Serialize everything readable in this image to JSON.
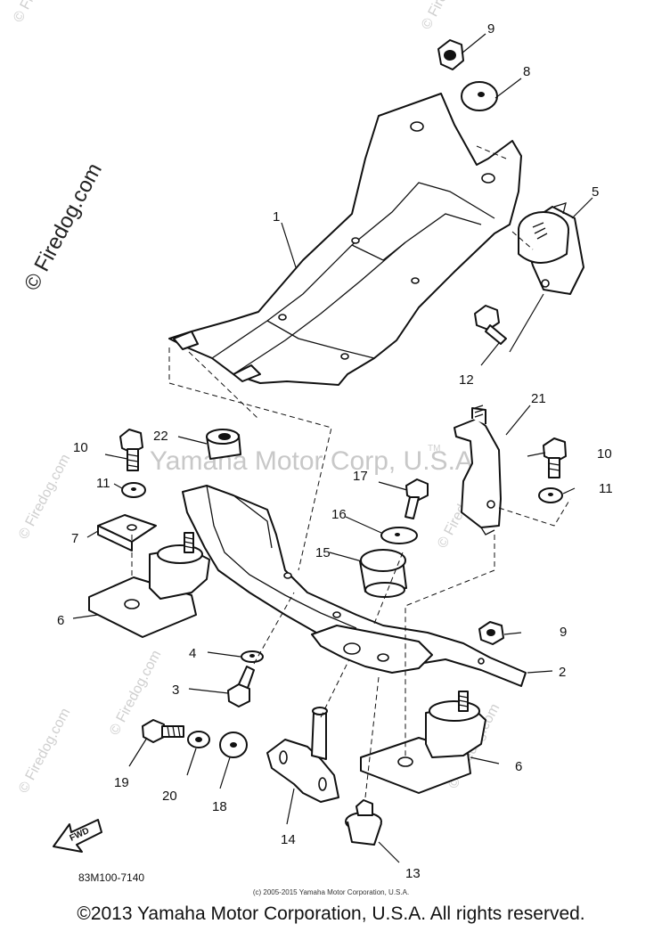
{
  "watermarks": {
    "vertical": "© Firedog.com",
    "side": "© Firedog.com",
    "center": "Yamaha Motor Corp, U.S.A.",
    "trademark": "TM"
  },
  "callouts": {
    "c1": "1",
    "c2": "2",
    "c3": "3",
    "c4": "4",
    "c5": "5",
    "c6a": "6",
    "c6b": "6",
    "c7": "7",
    "c8": "8",
    "c9a": "9",
    "c9b": "9",
    "c10a": "10",
    "c10b": "10",
    "c11a": "11",
    "c11b": "11",
    "c12": "12",
    "c13": "13",
    "c14": "14",
    "c15": "15",
    "c16": "16",
    "c17": "17",
    "c18": "18",
    "c19": "19",
    "c20": "20",
    "c21": "21",
    "c22": "22"
  },
  "fwd_label": "FWD",
  "drawing_code": "83M100-7140",
  "small_copyright": "(c) 2005-2015 Yamaha Motor Corporation, U.S.A.",
  "main_copyright": "©2013 Yamaha Motor Corporation, U.S.A. All rights reserved."
}
